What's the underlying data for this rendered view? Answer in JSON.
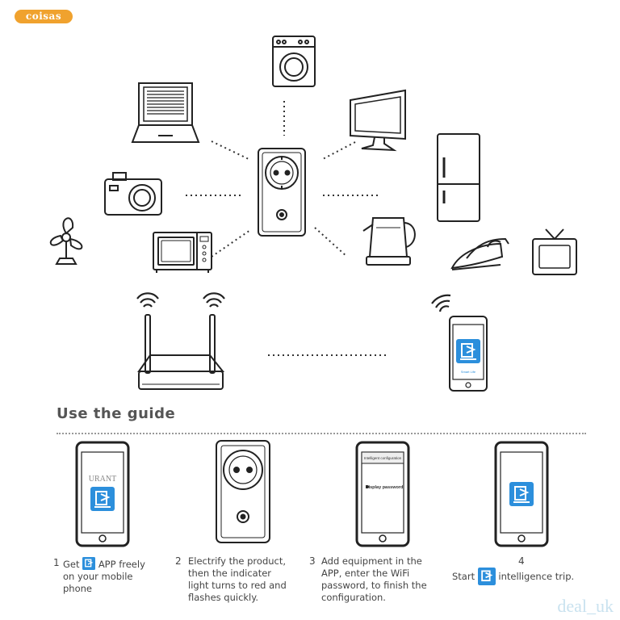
{
  "logo": {
    "text": "coisas"
  },
  "top_phone": {
    "app_label": "Smart Life"
  },
  "guide": {
    "title": "Use the guide"
  },
  "phones": {
    "phone1_brand": "URANT",
    "phone3_header": "Intelligent configuration",
    "phone3_body": "Display password"
  },
  "steps": [
    {
      "num": "1",
      "pre": "Get",
      "line1_rest": "APP freely",
      "line2": "on your mobile",
      "line3": "phone"
    },
    {
      "num": "2",
      "line1": "Electrify the product,",
      "line2": "then the indicater",
      "line3": "light turns to red and",
      "line4": "flashes quickly."
    },
    {
      "num": "3",
      "line1": "Add equipment in the",
      "line2": "APP, enter the WiFi",
      "line3": "password, to finish the",
      "line4": "configuration."
    },
    {
      "num": "4",
      "pre": "Start",
      "line2": "intelligence trip."
    }
  ],
  "watermark": {
    "text": "deal_uk"
  },
  "icons": [
    "washing-machine",
    "laptop",
    "monitor",
    "camera",
    "refrigerator",
    "fan",
    "microwave",
    "kettle",
    "iron",
    "television",
    "smart-plug",
    "wifi-router",
    "wifi-signal",
    "smartphone",
    "app-icon"
  ],
  "colors": {
    "app_blue": "#2c8fdc",
    "line": "#222222",
    "logo": "#f0a22e"
  }
}
